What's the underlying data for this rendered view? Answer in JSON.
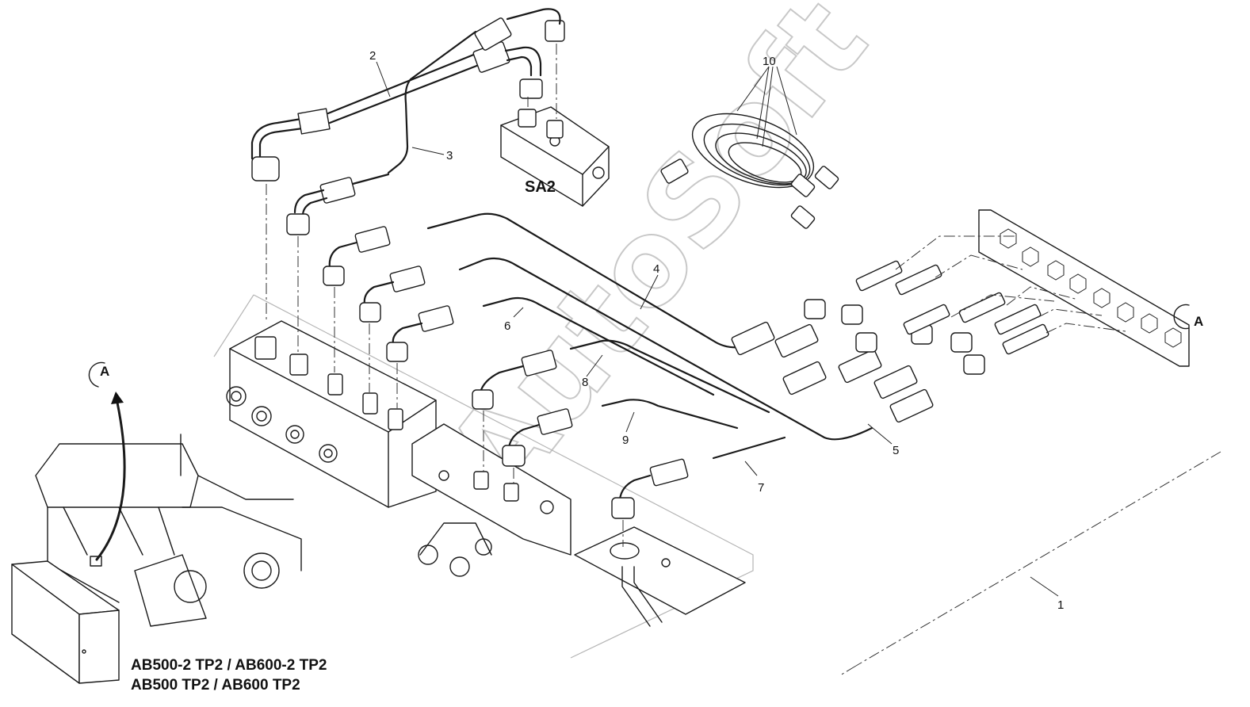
{
  "unit_label": "SA2",
  "view_marker": "A",
  "models": [
    "AB500-2 TP2 / AB600-2 TP2",
    "AB500 TP2 / AB600 TP2"
  ],
  "watermark": "AutoSoft",
  "callouts": {
    "c1": "1",
    "c2": "2",
    "c3": "3",
    "c4": "4",
    "c5": "5",
    "c6": "6",
    "c7": "7",
    "c8": "8",
    "c9": "9",
    "c10": "10"
  }
}
